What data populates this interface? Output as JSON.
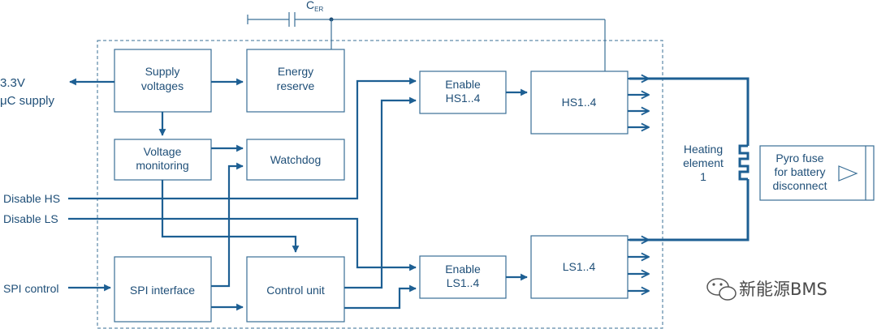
{
  "blocks": {
    "supply": [
      "Supply",
      "voltages"
    ],
    "energy": [
      "Energy",
      "reserve"
    ],
    "voltmon": [
      "Voltage",
      "monitoring"
    ],
    "watchdog": [
      "Watchdog"
    ],
    "spi": [
      "SPI interface"
    ],
    "control": [
      "Control unit"
    ],
    "enable_hs": [
      "Enable",
      "HS1..4"
    ],
    "enable_ls": [
      "Enable",
      "LS1..4"
    ],
    "hs": [
      "HS1..4"
    ],
    "ls": [
      "LS1..4"
    ],
    "heating": [
      "Heating",
      "element",
      "1"
    ],
    "pyro": [
      "Pyro fuse",
      "for battery",
      "disconnect"
    ]
  },
  "labels": {
    "supply_3v3": "3.3V",
    "uc_supply": "μC supply",
    "disable_hs": "Disable HS",
    "disable_ls": "Disable LS",
    "spi_control": "SPI control",
    "cap_c": "C",
    "cap_sub": "ER"
  },
  "watermark": "新能源BMS"
}
